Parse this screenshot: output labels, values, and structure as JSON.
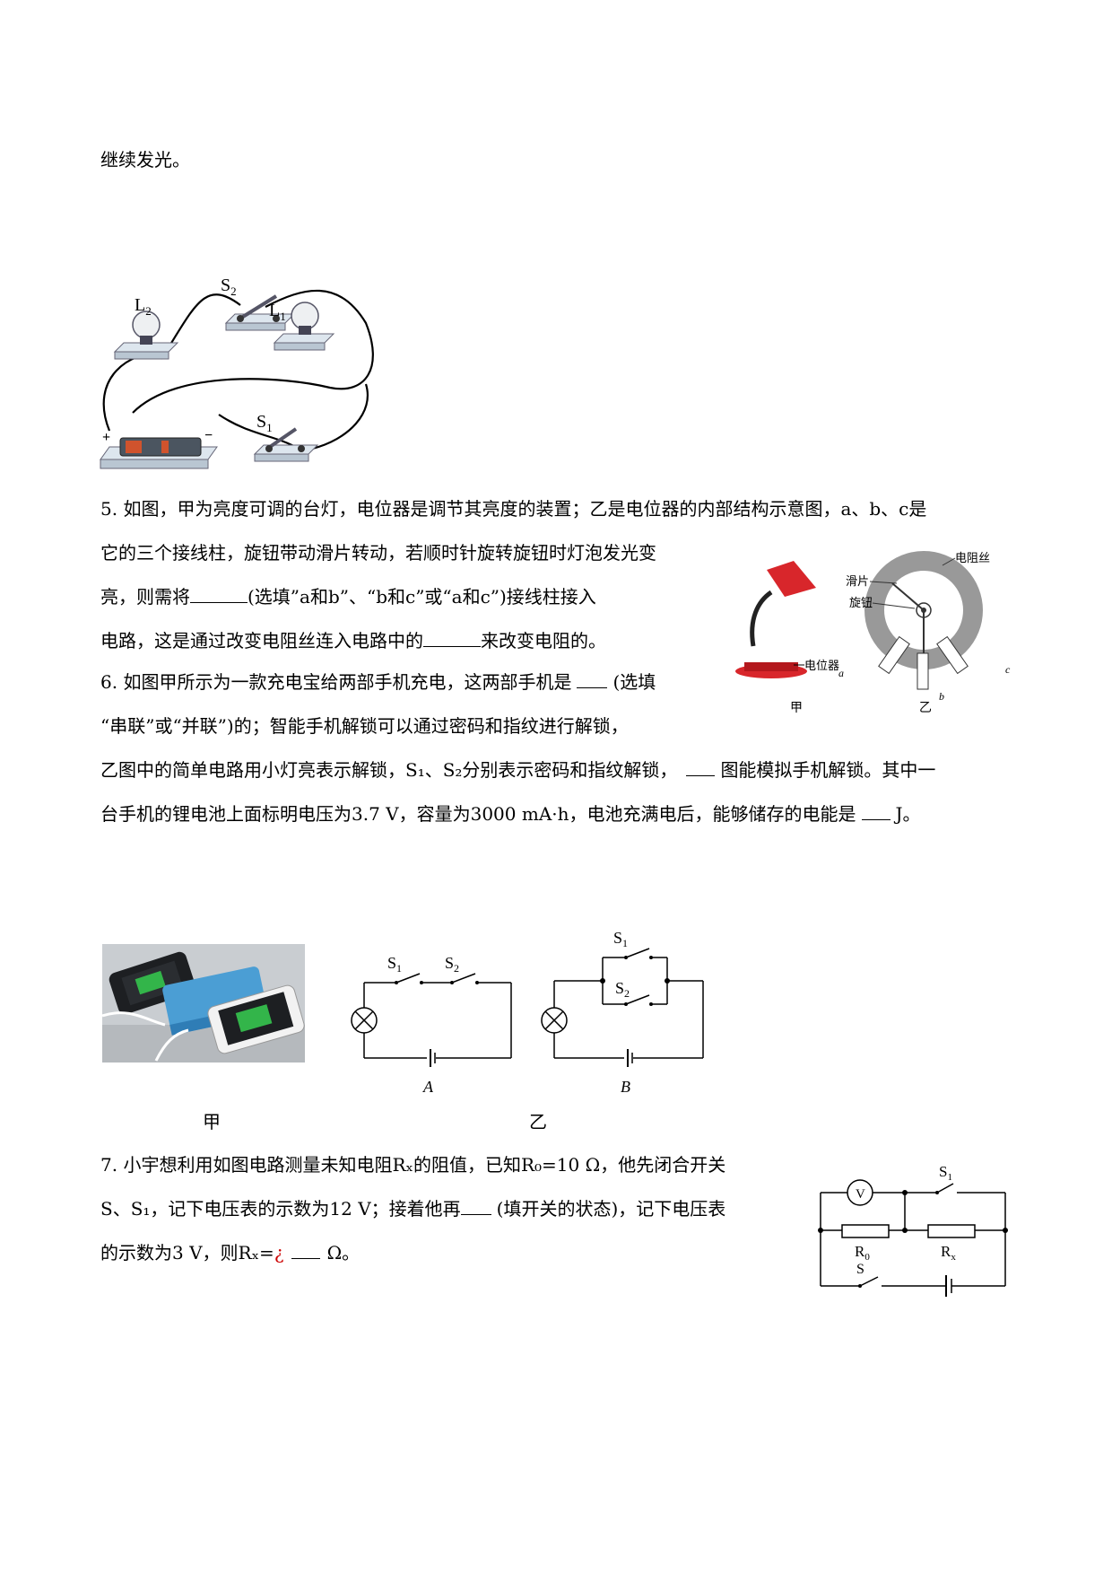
{
  "q4_end": "继续发光。",
  "fig4": {
    "s2": "S",
    "s2_sub": "2",
    "l2": "L",
    "l2_sub": "2",
    "l1": "L",
    "l1_sub": "1",
    "s1": "S",
    "s1_sub": "1",
    "plus": "+",
    "minus": "−"
  },
  "q5": {
    "line1": "5. 如图，甲为亮度可调的台灯，电位器是调节其亮度的装置；乙是电位器的内部结构示意图，a、b、c是",
    "line2": "它的三个接线柱，旋钮带动滑片转动，若顺时针旋转旋钮时灯泡发光变",
    "line3a": "亮，则需将",
    "line3b": "(选填”a和b”、“b和c”或“a和c”)接线柱接入",
    "line4a": "电路，这是通过改变电阻丝连入电路中的",
    "line4b": "来改变电阻的。",
    "fig": {
      "wire_label": "电阻丝",
      "slider_label": "滑片",
      "knob_label": "旋钮",
      "pot_label": "电位器",
      "a": "a",
      "b": "b",
      "c": "c",
      "cap_left": "甲",
      "cap_right": "乙"
    }
  },
  "q6": {
    "line1a": "6. 如图甲所示为一款充电宝给两部手机充电，这两部手机是",
    "line1b": "(选填",
    "line2": "“串联”或“并联”)的；智能手机解锁可以通过密码和指纹进行解锁，",
    "line3a": "乙图中的简单电路用小灯亮表示解锁，S₁、S₂分别表示密码和指纹解锁，",
    "line3b": "图能模拟手机解锁。其中一",
    "line4a": "台手机的锂电池上面标明电压为3.7 V，容量为3000 mA·h，电池充满电后，能够储存的电能是",
    "line4b": "J。",
    "fig": {
      "s1": "S",
      "s1_sub": "1",
      "s2": "S",
      "s2_sub": "2",
      "A": "A",
      "B": "B",
      "cap_jia": "甲",
      "cap_yi": "乙"
    }
  },
  "q7": {
    "line1": "7. 小宇想利用如图电路测量未知电阻Rₓ的阻值，已知R₀=10 Ω，他先闭合开关",
    "line2a": "S、S₁，记下电压表的示数为12 V；接着他再",
    "line2b": "(填开关的状态)，记下电压表",
    "line3a": "的示数为3 V，则Rₓ=",
    "line3_mark": "¿",
    "line3b": "Ω。",
    "fig": {
      "v": "V",
      "s1": "S",
      "s1_sub": "1",
      "r0": "R",
      "r0_sub": "0",
      "rx": "R",
      "rx_sub": "x",
      "s": "S"
    }
  }
}
